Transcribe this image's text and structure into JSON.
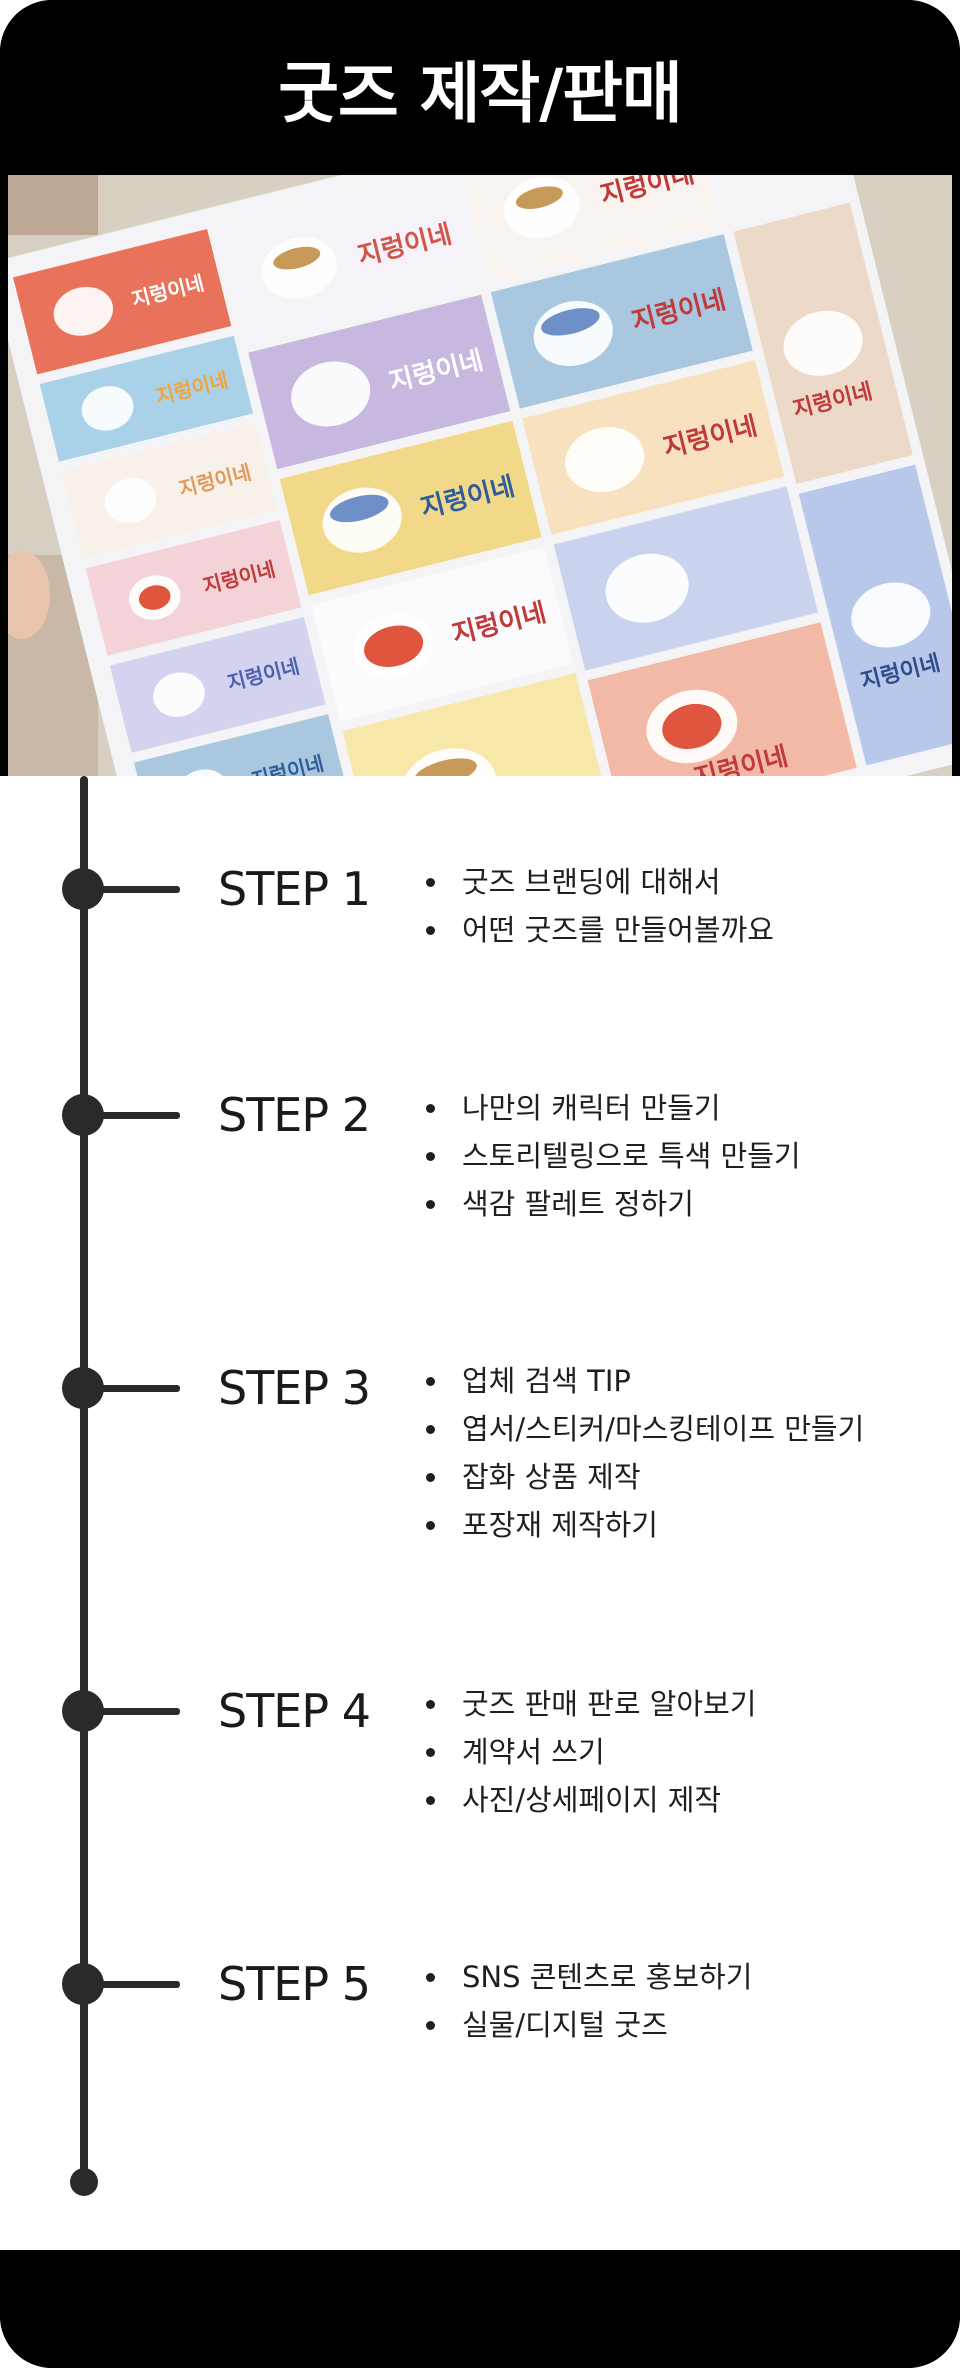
{
  "header": {
    "title": "굿즈 제작/판매"
  },
  "photo": {
    "sticker_text": "지렁이네",
    "colors": [
      "#e8735a",
      "#a9c8e0",
      "#f2d98a",
      "#c7b8e0",
      "#f5c2b2",
      "#b5dcc0",
      "#f7e7a8",
      "#c9d3ee",
      "#f3b9a7"
    ]
  },
  "steps": [
    {
      "label": "STEP 1",
      "items": [
        "굿즈 브랜딩에 대해서",
        "어떤 굿즈를 만들어볼까요"
      ]
    },
    {
      "label": "STEP 2",
      "items": [
        "나만의 캐릭터 만들기",
        "스토리텔링으로 특색 만들기",
        "색감 팔레트 정하기"
      ]
    },
    {
      "label": "STEP 3",
      "items": [
        "업체 검색 TIP",
        "엽서/스티커/마스킹테이프 만들기",
        "잡화 상품 제작",
        "포장재 제작하기"
      ]
    },
    {
      "label": "STEP 4",
      "items": [
        "굿즈 판매 판로 알아보기",
        "계약서 쓰기",
        "사진/상세페이지 제작"
      ]
    },
    {
      "label": "STEP 5",
      "items": [
        "SNS 콘텐츠로 홍보하기",
        "실물/디지털 굿즈"
      ]
    }
  ]
}
